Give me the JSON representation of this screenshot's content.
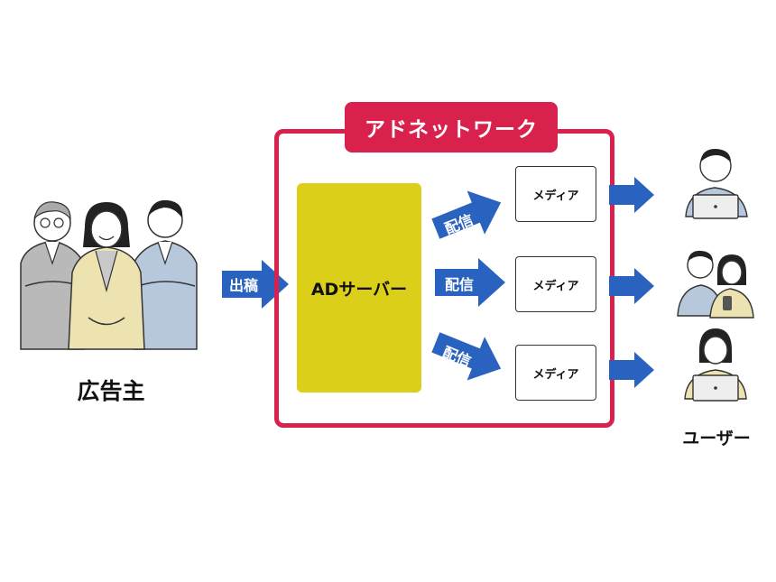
{
  "advertiser": {
    "label": "広告主"
  },
  "network": {
    "title": "アドネットワーク"
  },
  "ad_server": {
    "label": "ADサーバー"
  },
  "submit_arrow": {
    "label": "出稿"
  },
  "delivery_arrows": [
    {
      "label": "配信"
    },
    {
      "label": "配信"
    },
    {
      "label": "配信"
    }
  ],
  "media": [
    {
      "label": "メディア"
    },
    {
      "label": "メディア"
    },
    {
      "label": "メディア"
    }
  ],
  "users": {
    "label": "ユーザー"
  },
  "colors": {
    "network": "#d9214e",
    "ad_server": "#dccf1a",
    "arrow": "#2a62c0"
  }
}
